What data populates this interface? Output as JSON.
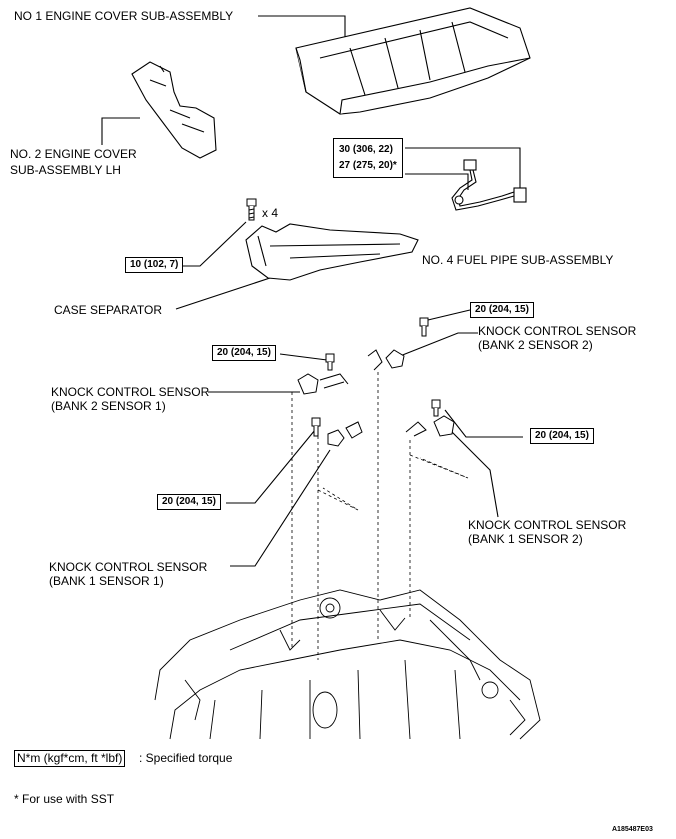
{
  "labels": {
    "engine_cover_1": "NO  1 ENGINE COVER SUB-ASSEMBLY",
    "engine_cover_2_line1": "NO. 2 ENGINE COVER",
    "engine_cover_2_line2": "SUB-ASSEMBLY LH",
    "fuel_pipe": "NO. 4 FUEL PIPE SUB-ASSEMBLY",
    "case_separator": "CASE SEPARATOR",
    "bolt_count": "x 4",
    "ks_b2s2_line1": "KNOCK CONTROL SENSOR",
    "ks_b2s2_line2": "(BANK 2 SENSOR 2)",
    "ks_b2s1_line1": "KNOCK CONTROL SENSOR",
    "ks_b2s1_line2": "(BANK 2 SENSOR 1)",
    "ks_b1s2_line1": "KNOCK CONTROL SENSOR",
    "ks_b1s2_line2": "(BANK 1 SENSOR 2)",
    "ks_b1s1_line1": "KNOCK CONTROL SENSOR",
    "ks_b1s1_line2": "(BANK 1 SENSOR 1)"
  },
  "torques": {
    "fuel_pipe_a": "30 (306, 22)",
    "fuel_pipe_b": "27 (275, 20)*",
    "case_separator": "10 (102, 7)",
    "b2s2": "20 (204, 15)",
    "b2s1": "20 (204, 15)",
    "b1s2": "20 (204, 15)",
    "b1s1": "20 (204, 15)"
  },
  "legend": {
    "unit": "N*m (kgf*cm, ft *lbf)",
    "unit_desc": ": Specified torque",
    "sst_note": "* For use with SST"
  },
  "figure_code": "A185487E03"
}
